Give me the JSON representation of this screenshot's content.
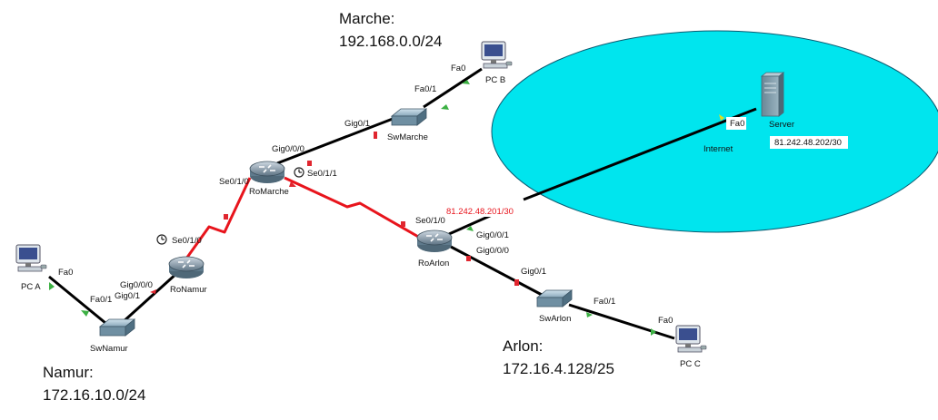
{
  "networks": {
    "marche": {
      "name": "Marche:",
      "subnet": "192.168.0.0/24"
    },
    "namur": {
      "name": "Namur:",
      "subnet": "172.16.10.0/24"
    },
    "arlon": {
      "name": "Arlon:",
      "subnet": "172.16.4.128/25"
    }
  },
  "devices": {
    "pc_a": "PC A",
    "pc_b": "PC B",
    "pc_c": "PC C",
    "sw_namur": "SwNamur",
    "sw_marche": "SwMarche",
    "sw_arlon": "SwArlon",
    "ro_namur": "RoNamur",
    "ro_marche": "RoMarche",
    "ro_arlon": "RoArlon",
    "server": "Server"
  },
  "cloud": {
    "label": "Internet",
    "color": "#00e5ee"
  },
  "ports": {
    "pca_fa0": "Fa0",
    "swnamur_fa01": "Fa0/1",
    "ronamur_gig000": "Gig0/0/0",
    "ronamur_gig01": "Gig0/1",
    "ronamur_se010": "Se0/1/0",
    "romarche_se010": "Se0/1/0",
    "romarche_gig000": "Gig0/0/0",
    "romarche_se011": "Se0/1/1",
    "swmarche_gig01": "Gig0/1",
    "swmarche_fa01": "Fa0/1",
    "pcb_fa0": "Fa0",
    "roarlon_se010": "Se0/1/0",
    "roarlon_gig001": "Gig0/0/1",
    "roarlon_gig000": "Gig0/0/0",
    "swarlon_gig01": "Gig0/1",
    "swarlon_fa01": "Fa0/1",
    "pcc_fa0": "Fa0",
    "server_fa0": "Fa0"
  },
  "addresses": {
    "roarlon_wan": "81.242.48.201/30",
    "server_ip": "81.242.48.202/30"
  },
  "colors": {
    "serial_link": "#e8141c",
    "ethernet_link": "#000000",
    "port_up": "#3cb043",
    "port_down": "#e0262f"
  },
  "icons": {
    "pc": "pc-icon",
    "switch": "switch-icon",
    "router": "router-icon",
    "server": "server-icon",
    "clock": "clock-icon"
  }
}
